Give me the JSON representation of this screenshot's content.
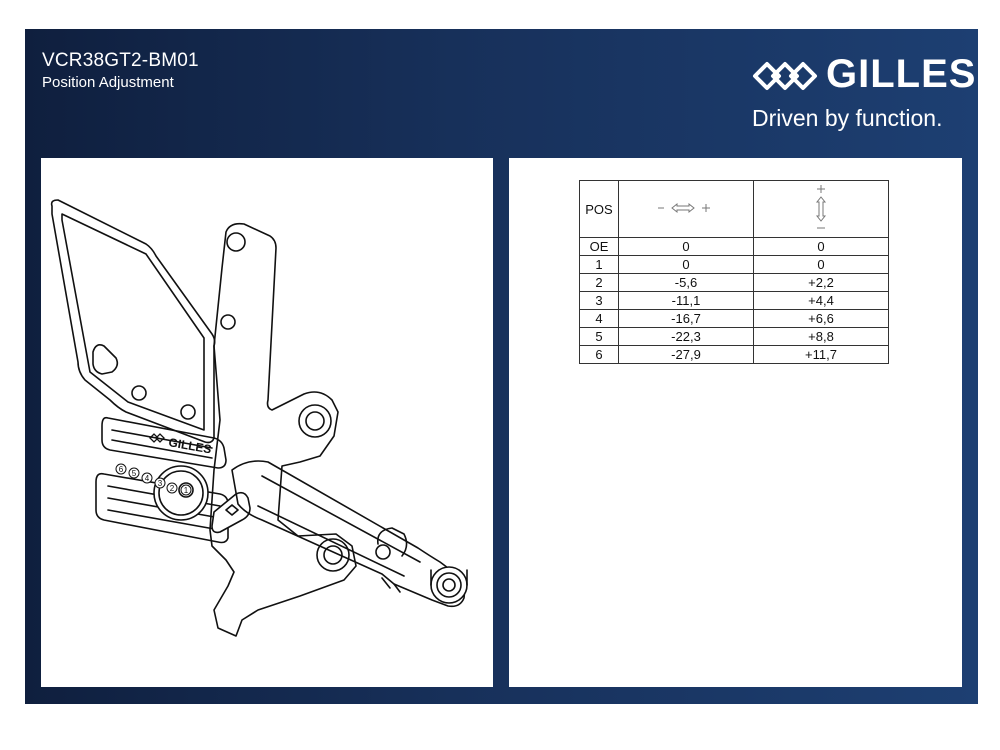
{
  "header": {
    "code": "VCR38GT2-BM01",
    "subtitle": "Position Adjustment"
  },
  "brand": {
    "name": "GILLES",
    "tagline": "Driven by function."
  },
  "drawing": {
    "logo_text": "GILLES",
    "dial_numbers": [
      "6",
      "5",
      "4",
      "3",
      "2",
      "1"
    ]
  },
  "table": {
    "header": "POS",
    "horizontal_icon": "horizontal-adjust-arrows-icon",
    "vertical_icon": "vertical-adjust-arrows-icon",
    "rows": [
      {
        "pos": "OE",
        "h": "0",
        "v": "0"
      },
      {
        "pos": "1",
        "h": "0",
        "v": "0"
      },
      {
        "pos": "2",
        "h": "-5,6",
        "v": "+2,2"
      },
      {
        "pos": "3",
        "h": "-11,1",
        "v": "+4,4"
      },
      {
        "pos": "4",
        "h": "-16,7",
        "v": "+6,6"
      },
      {
        "pos": "5",
        "h": "-22,3",
        "v": "+8,8"
      },
      {
        "pos": "6",
        "h": "-27,9",
        "v": "+11,7"
      }
    ]
  },
  "colors": {
    "frame_dark": "#0f1f3e",
    "frame_light": "#1d3f72",
    "panel": "#ffffff",
    "line": "#111111"
  }
}
